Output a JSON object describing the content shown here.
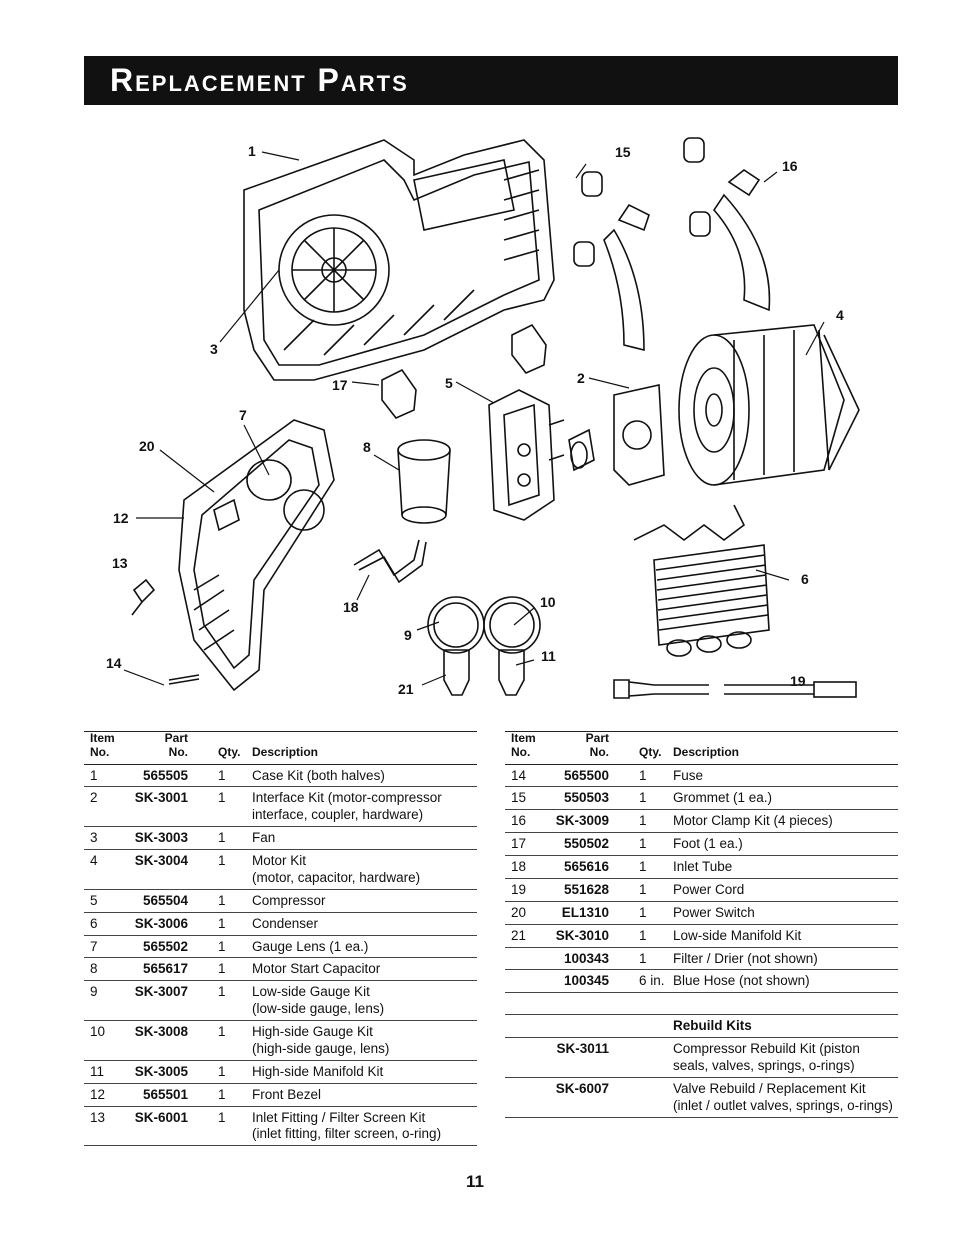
{
  "title": "Replacement Parts",
  "callouts": [
    "1",
    "15",
    "16",
    "3",
    "4",
    "17",
    "5",
    "2",
    "7",
    "20",
    "8",
    "12",
    "13",
    "6",
    "18",
    "10",
    "9",
    "11",
    "14",
    "21",
    "19"
  ],
  "table_headers": {
    "item": [
      "Item",
      "No."
    ],
    "part": [
      "Part",
      "No."
    ],
    "qty": "Qty.",
    "description": "Description"
  },
  "left_rows": [
    {
      "item": "1",
      "part": "565505",
      "qty": "1",
      "desc": [
        "Case Kit  (both halves)"
      ]
    },
    {
      "item": "2",
      "part": "SK-3001",
      "qty": "1",
      "desc": [
        "Interface Kit  (motor-compressor",
        "interface, coupler, hardware)"
      ]
    },
    {
      "item": "3",
      "part": "SK-3003",
      "qty": "1",
      "desc": [
        "Fan"
      ]
    },
    {
      "item": "4",
      "part": "SK-3004",
      "qty": "1",
      "desc": [
        "Motor Kit",
        "(motor, capacitor, hardware)"
      ]
    },
    {
      "item": "5",
      "part": "565504",
      "qty": "1",
      "desc": [
        "Compressor"
      ]
    },
    {
      "item": "6",
      "part": "SK-3006",
      "qty": "1",
      "desc": [
        "Condenser"
      ]
    },
    {
      "item": "7",
      "part": "565502",
      "qty": "1",
      "desc": [
        "Gauge Lens  (1 ea.)"
      ]
    },
    {
      "item": "8",
      "part": "565617",
      "qty": "1",
      "desc": [
        "Motor Start Capacitor"
      ]
    },
    {
      "item": "9",
      "part": "SK-3007",
      "qty": "1",
      "desc": [
        "Low-side Gauge Kit",
        "(low-side gauge, lens)"
      ]
    },
    {
      "item": "10",
      "part": "SK-3008",
      "qty": "1",
      "desc": [
        "High-side Gauge Kit",
        "(high-side gauge, lens)"
      ]
    },
    {
      "item": "11",
      "part": "SK-3005",
      "qty": "1",
      "desc": [
        "High-side Manifold Kit"
      ]
    },
    {
      "item": "12",
      "part": "565501",
      "qty": "1",
      "desc": [
        "Front Bezel"
      ]
    },
    {
      "item": "13",
      "part": "SK-6001",
      "qty": "1",
      "desc": [
        "Inlet Fitting / Filter Screen Kit",
        "(inlet fitting, filter screen, o-ring)"
      ]
    }
  ],
  "right_rows": [
    {
      "item": "14",
      "part": "565500",
      "qty": "1",
      "desc": [
        "Fuse"
      ]
    },
    {
      "item": "15",
      "part": "550503",
      "qty": "1",
      "desc": [
        "Grommet  (1 ea.)"
      ]
    },
    {
      "item": "16",
      "part": "SK-3009",
      "qty": "1",
      "desc": [
        "Motor Clamp Kit  (4 pieces)"
      ]
    },
    {
      "item": "17",
      "part": "550502",
      "qty": "1",
      "desc": [
        "Foot  (1 ea.)"
      ]
    },
    {
      "item": "18",
      "part": "565616",
      "qty": "1",
      "desc": [
        "Inlet Tube"
      ]
    },
    {
      "item": "19",
      "part": "551628",
      "qty": "1",
      "desc": [
        "Power Cord"
      ]
    },
    {
      "item": "20",
      "part": "EL1310",
      "qty": "1",
      "desc": [
        "Power Switch"
      ]
    },
    {
      "item": "21",
      "part": "SK-3010",
      "qty": "1",
      "desc": [
        "Low-side Manifold Kit"
      ]
    },
    {
      "item": "",
      "part": "100343",
      "qty": "1",
      "desc": [
        "Filter / Drier  (not shown)"
      ]
    },
    {
      "item": "",
      "part": "100345",
      "qty": "6 in.",
      "desc": [
        "Blue Hose  (not shown)"
      ]
    }
  ],
  "rebuild_heading": "Rebuild Kits",
  "rebuild_rows": [
    {
      "part": "SK-3011",
      "desc": [
        "Compressor Rebuild Kit (piston",
        "seals, valves, springs, o-rings)"
      ]
    },
    {
      "part": "SK-6007",
      "desc": [
        "Valve Rebuild / Replacement Kit",
        "(inlet / outlet valves, springs, o-rings)"
      ]
    }
  ],
  "page_number": "11"
}
